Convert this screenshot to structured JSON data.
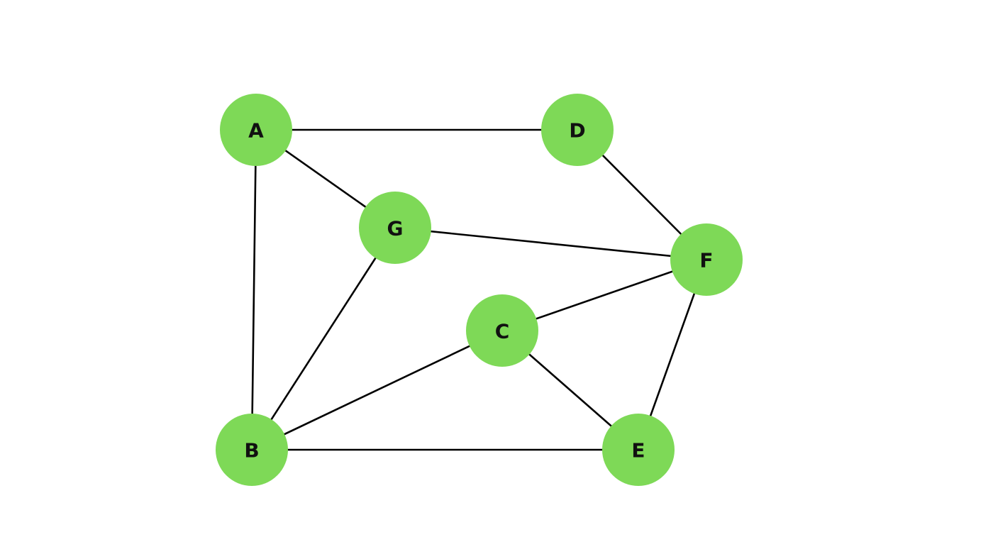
{
  "colors": {
    "node_fill": "#7ed957",
    "edge_stroke": "#000000",
    "label": "#111111",
    "background": "#ffffff"
  },
  "nodes": [
    {
      "id": "A",
      "label": "A"
    },
    {
      "id": "D",
      "label": "D"
    },
    {
      "id": "G",
      "label": "G"
    },
    {
      "id": "F",
      "label": "F"
    },
    {
      "id": "C",
      "label": "C"
    },
    {
      "id": "B",
      "label": "B"
    },
    {
      "id": "E",
      "label": "E"
    }
  ],
  "edges": [
    [
      "A",
      "D"
    ],
    [
      "A",
      "G"
    ],
    [
      "A",
      "B"
    ],
    [
      "D",
      "F"
    ],
    [
      "G",
      "F"
    ],
    [
      "G",
      "B"
    ],
    [
      "C",
      "F"
    ],
    [
      "C",
      "B"
    ],
    [
      "C",
      "E"
    ],
    [
      "F",
      "E"
    ],
    [
      "B",
      "E"
    ]
  ]
}
